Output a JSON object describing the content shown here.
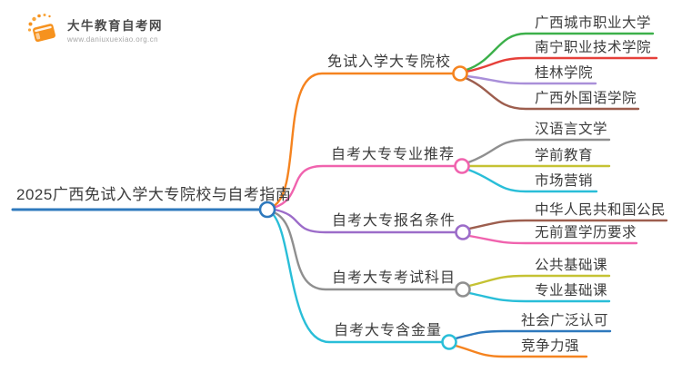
{
  "logo": {
    "title": "大牛教育自考网",
    "url": "www.daniuxuexiao.org.cn",
    "color": "#f6921e",
    "color_light": "#f9a63c"
  },
  "mindmap": {
    "root": {
      "label": "2025广西免试入学大专院校与自考指南",
      "color": "#2e79bd"
    },
    "branches": [
      {
        "label": "免试入学大专院校",
        "color": "#f5831f",
        "children": [
          {
            "label": "广西城市职业大学",
            "color": "#3cb04a"
          },
          {
            "label": "南宁职业技术学院",
            "color": "#e6403a"
          },
          {
            "label": "桂林学院",
            "color": "#a98fd9"
          },
          {
            "label": "广西外国语学院",
            "color": "#9d5e4e"
          }
        ]
      },
      {
        "label": "自考大专专业推荐",
        "color": "#f063ae",
        "children": [
          {
            "label": "汉语言文学",
            "color": "#8f8f8f"
          },
          {
            "label": "学前教育",
            "color": "#c5c233"
          },
          {
            "label": "市场营销",
            "color": "#29bed8"
          }
        ]
      },
      {
        "label": "自考大专报名条件",
        "color": "#9c6cc9",
        "children": [
          {
            "label": "中华人民共和国公民",
            "color": "#9d5e4e"
          },
          {
            "label": "无前置学历要求",
            "color": "#f063ae"
          }
        ]
      },
      {
        "label": "自考大专考试科目",
        "color": "#8f8f8f",
        "children": [
          {
            "label": "公共基础课",
            "color": "#c5c233"
          },
          {
            "label": "专业基础课",
            "color": "#29bed8"
          }
        ]
      },
      {
        "label": "自考大专含金量",
        "color": "#29bed8",
        "children": [
          {
            "label": "社会广泛认可",
            "color": "#2e79bd"
          },
          {
            "label": "竞争力强",
            "color": "#f5831f"
          }
        ]
      }
    ]
  }
}
